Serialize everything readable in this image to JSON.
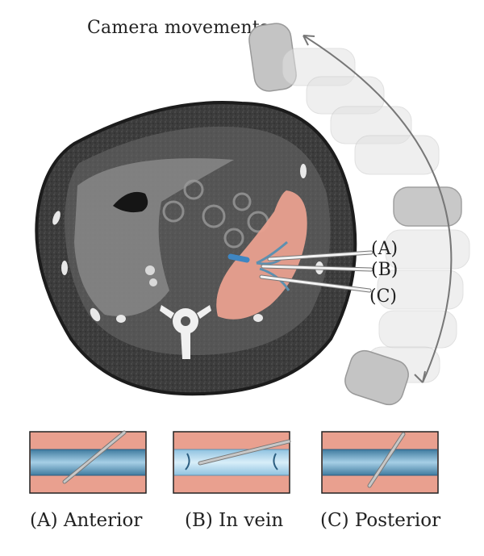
{
  "diagram": {
    "title": "Camera movements",
    "callouts": {
      "a": "(A)",
      "b": "(B)",
      "c": "(C)"
    },
    "insets": [
      {
        "caption": "(A) Anterior"
      },
      {
        "caption": "(B) In vein"
      },
      {
        "caption": "(C) Posterior"
      }
    ],
    "colors": {
      "tissue": "#e9a08f",
      "vein": "#5d90b0",
      "vein_highlight": "#a6cfe6",
      "ct_body": "#4a4a4a",
      "camera_arc": "#777777"
    }
  }
}
